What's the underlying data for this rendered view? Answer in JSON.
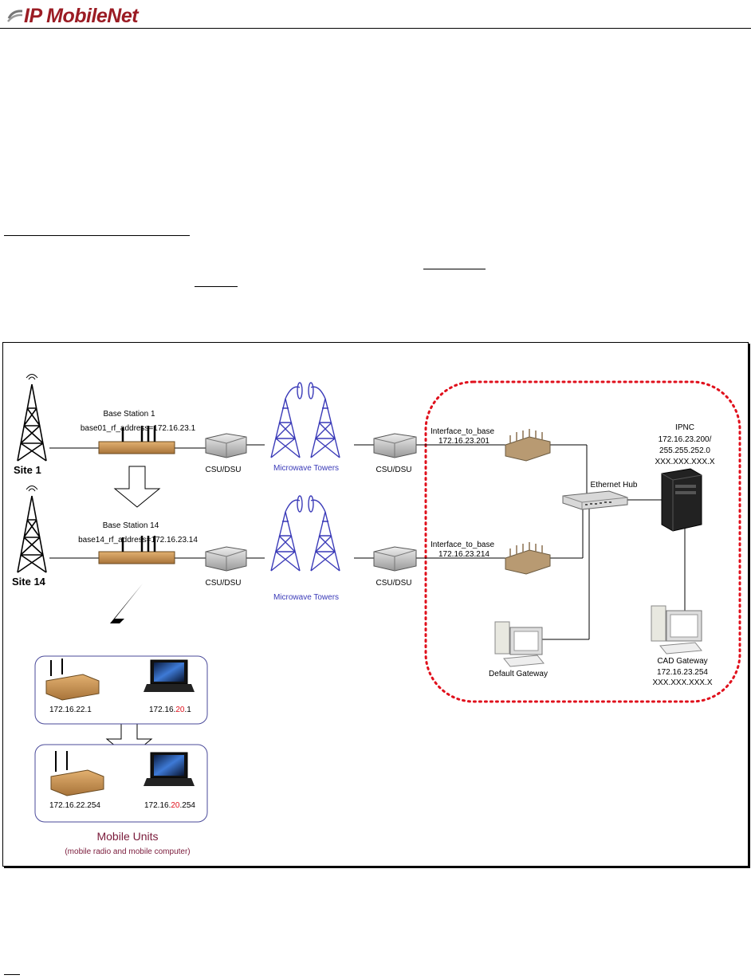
{
  "header": {
    "logo": "IP MobileNet",
    "colors": {
      "brand": "#9b1c24"
    }
  },
  "diagram": {
    "sites": [
      {
        "label": "Site 1"
      },
      {
        "label": "Site 14"
      }
    ],
    "base_stations": [
      {
        "title": "Base Station 1",
        "address": "base01_rf_address=172.16.23.1"
      },
      {
        "title": "Base Station 14",
        "address": "base14_rf_address=172.16.23.14"
      }
    ],
    "csu_dsu_label": "CSU/DSU",
    "microwave_label": "Microwave Towers",
    "interfaces": [
      {
        "name": "Interface_to_base",
        "ip": "172.16.23.201"
      },
      {
        "name": "Interface_to_base",
        "ip": "172.16.23.214"
      }
    ],
    "hub_label": "Ethernet Hub",
    "ipnc": {
      "title": "IPNC",
      "ip": "172.16.23.200/",
      "mask": "255.255.252.0",
      "ext": "XXX.XXX.XXX.X"
    },
    "default_gateway_label": "Default Gateway",
    "cad_gateway": {
      "title": "CAD Gateway",
      "ip": "172.16.23.254",
      "ext": "XXX.XXX.XXX.X"
    },
    "mobile_units": [
      {
        "radio_ip": "172.16.22.1",
        "pc_ip_prefix": "172.16.",
        "pc_ip_red": "20",
        "pc_ip_suffix": ".1"
      },
      {
        "radio_ip": "172.16.22.254",
        "pc_ip_prefix": "172.16.",
        "pc_ip_red": "20",
        "pc_ip_suffix": ".254"
      }
    ],
    "mobile_title": "Mobile Units",
    "mobile_subtitle": "(mobile radio and mobile computer)",
    "colors": {
      "tower": "#3a3ab8",
      "mobile": "#7a1a3a",
      "dotted": "#e0101c",
      "ip_red": "#e0101c"
    }
  }
}
